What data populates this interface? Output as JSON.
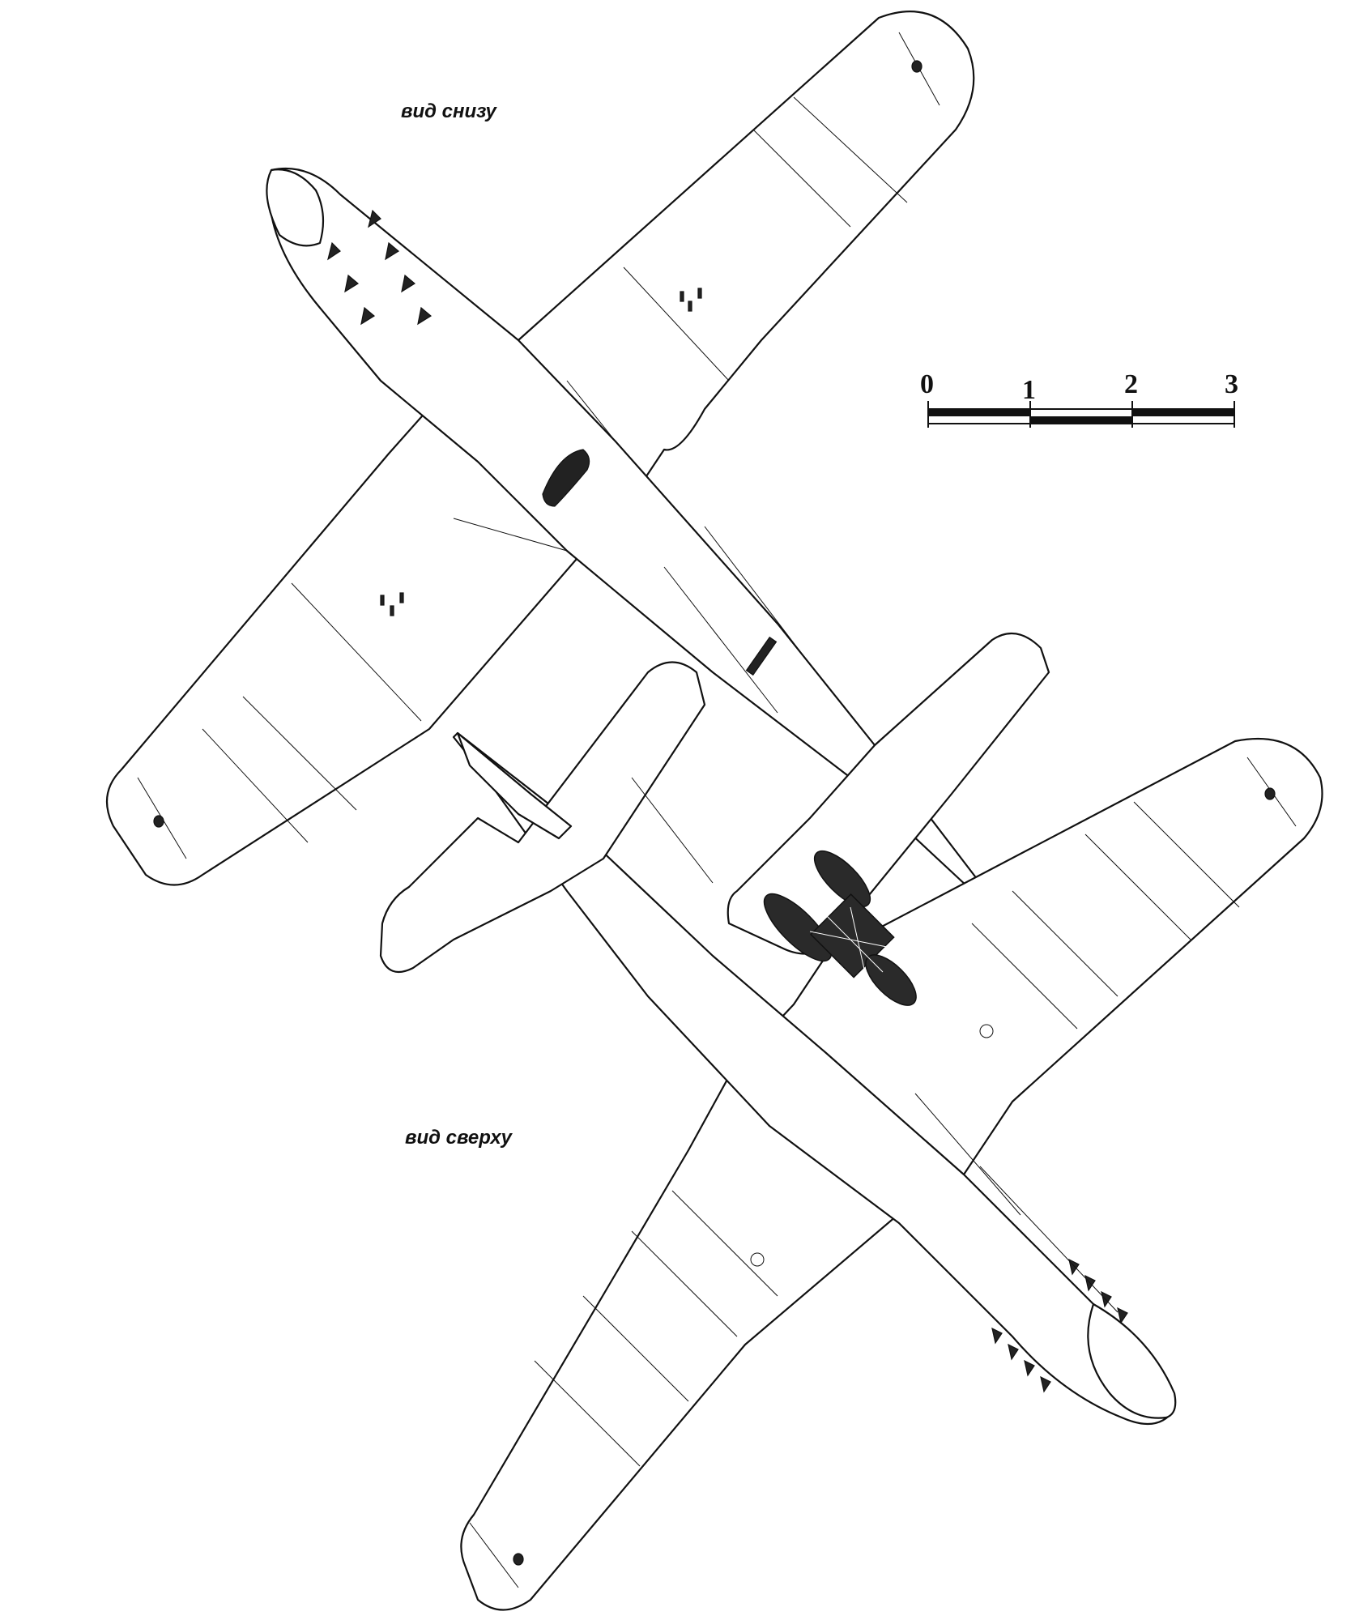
{
  "labels": {
    "bottom_view": "вид снизу",
    "top_view": "вид сверху"
  },
  "scale_bar": {
    "ticks": [
      "0",
      "1",
      "2",
      "3"
    ]
  },
  "colors": {
    "line": "#111111",
    "background": "#ffffff",
    "glazing": "#2a2a2a"
  }
}
